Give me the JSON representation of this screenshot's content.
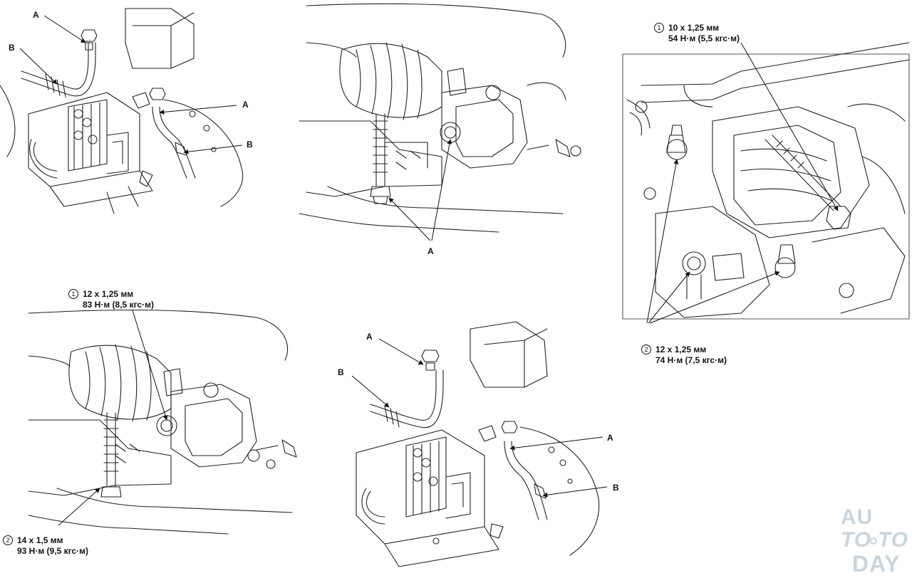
{
  "labels": {
    "p1_a": "A",
    "p1_b": "B",
    "p1_a2": "A",
    "p1_b2": "B",
    "p2_a": "A",
    "p5_a": "A",
    "p5_b": "B",
    "p5_a2": "A",
    "p5_b2": "B"
  },
  "specs": {
    "p3_top": {
      "num": "1",
      "size": "10 x 1,25 мм",
      "torque": "54 Н·м (5,5 кгс·м)"
    },
    "p3_bottom": {
      "num": "2",
      "size": "12 x 1,25 мм",
      "torque": "74 Н·м (7,5 кгс·м)"
    },
    "p4_top": {
      "num": "1",
      "size": "12 x 1,25 мм",
      "torque": "83 Н·м (8,5 кгс·м)"
    },
    "p4_bottom": {
      "num": "2",
      "size": "14 x 1,5 мм",
      "torque": "93 Н·м (9,5 кгс·м)"
    }
  },
  "watermark": {
    "line1": "AU",
    "line2a": "TO",
    "line2b": "TO",
    "line3": "DAY"
  },
  "colors": {
    "ink": "#111111",
    "watermark": "#c9d6de"
  }
}
